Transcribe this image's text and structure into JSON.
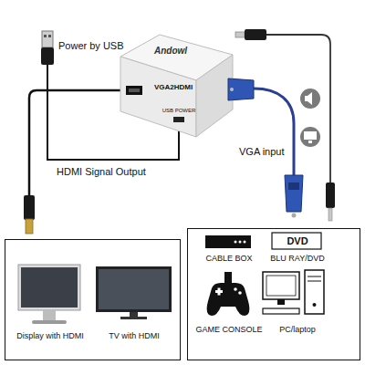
{
  "diagram": {
    "nodes": [
      {
        "text": [
          "Andowl",
          "VGA2HDMI",
          "USB POWER"
        ]
      },
      {
        "text": [
          "Display with HDMI",
          "TV with HDMI"
        ]
      },
      {
        "text": [
          "CABLE BOX",
          "DVD",
          "BLU RAY/DVD",
          "GAME CONSOLE",
          "PC/laptop"
        ]
      }
    ],
    "labels": [
      "Power by USB",
      "HDMI Signal Output",
      "VGA input"
    ]
  }
}
